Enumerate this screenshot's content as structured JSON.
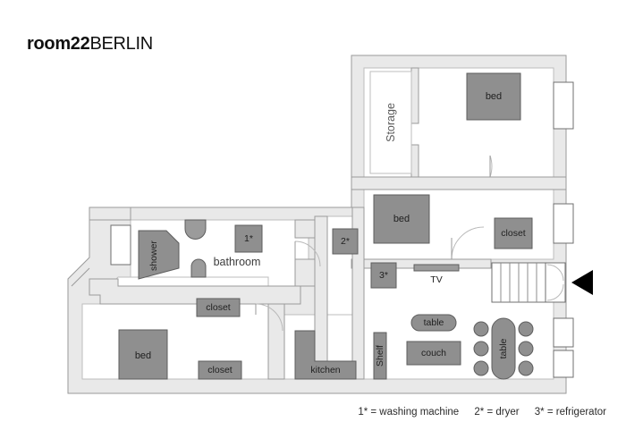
{
  "logo": {
    "bold": "room22",
    "light": "BERLIN"
  },
  "legend": {
    "items": [
      "1* = washing machine",
      "2* = dryer",
      "3* = refrigerator"
    ]
  },
  "plan": {
    "labels": {
      "storage": "Storage",
      "bed_top": "bed",
      "bed_mid": "bed",
      "bed_bottom": "bed",
      "closet_right": "closet",
      "closet_upper_left": "closet",
      "closet_lower_left": "closet",
      "bathroom": "bathroom",
      "shower": "shower",
      "kitchen": "kitchen",
      "shelf": "Shelf",
      "couch": "couch",
      "coffee_table": "table",
      "dining_table": "table",
      "tv": "TV",
      "washing_machine": "1*",
      "dryer": "2*",
      "refrigerator": "3*"
    },
    "icons": {
      "entrance": "entrance-arrow",
      "stairs": "stairs",
      "sink": "sink",
      "toilet": "toilet"
    }
  },
  "colors": {
    "wall": "#e9e9e9",
    "wall_stroke": "#9a9a9a",
    "room": "#ffffff",
    "furniture": "#8f8f8f",
    "furniture_stroke": "#5e5e5e",
    "text": "#1f1f1f",
    "entrance": "#000000"
  }
}
